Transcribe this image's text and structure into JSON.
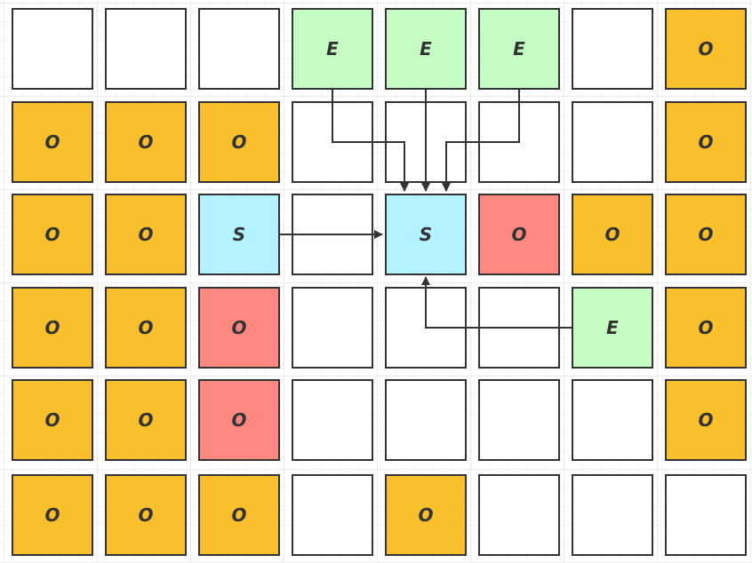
{
  "colors": {
    "empty": "#ffffff",
    "O": "#f9bf2c",
    "O_red": "#ff8880",
    "E": "#c4fcc4",
    "S": "#b3f2fe",
    "border": "#333333"
  },
  "grid": {
    "columns": 8,
    "rows": 6,
    "cells": [
      [
        {
          "label": "",
          "type": "empty"
        },
        {
          "label": "",
          "type": "empty"
        },
        {
          "label": "",
          "type": "empty"
        },
        {
          "label": "E",
          "type": "E"
        },
        {
          "label": "E",
          "type": "E"
        },
        {
          "label": "E",
          "type": "E"
        },
        {
          "label": "",
          "type": "empty"
        },
        {
          "label": "O",
          "type": "O"
        }
      ],
      [
        {
          "label": "O",
          "type": "O"
        },
        {
          "label": "O",
          "type": "O"
        },
        {
          "label": "O",
          "type": "O"
        },
        {
          "label": "",
          "type": "empty"
        },
        {
          "label": "",
          "type": "empty"
        },
        {
          "label": "",
          "type": "empty"
        },
        {
          "label": "",
          "type": "empty"
        },
        {
          "label": "O",
          "type": "O"
        }
      ],
      [
        {
          "label": "O",
          "type": "O"
        },
        {
          "label": "O",
          "type": "O"
        },
        {
          "label": "S",
          "type": "S"
        },
        {
          "label": "",
          "type": "empty"
        },
        {
          "label": "S",
          "type": "S"
        },
        {
          "label": "O",
          "type": "O_red"
        },
        {
          "label": "O",
          "type": "O"
        },
        {
          "label": "O",
          "type": "O"
        }
      ],
      [
        {
          "label": "O",
          "type": "O"
        },
        {
          "label": "O",
          "type": "O"
        },
        {
          "label": "O",
          "type": "O_red"
        },
        {
          "label": "",
          "type": "empty"
        },
        {
          "label": "",
          "type": "empty"
        },
        {
          "label": "",
          "type": "empty"
        },
        {
          "label": "E",
          "type": "E"
        },
        {
          "label": "O",
          "type": "O"
        }
      ],
      [
        {
          "label": "O",
          "type": "O"
        },
        {
          "label": "O",
          "type": "O"
        },
        {
          "label": "O",
          "type": "O_red"
        },
        {
          "label": "",
          "type": "empty"
        },
        {
          "label": "",
          "type": "empty"
        },
        {
          "label": "",
          "type": "empty"
        },
        {
          "label": "",
          "type": "empty"
        },
        {
          "label": "O",
          "type": "O"
        }
      ],
      [
        {
          "label": "O",
          "type": "O"
        },
        {
          "label": "O",
          "type": "O"
        },
        {
          "label": "O",
          "type": "O"
        },
        {
          "label": "",
          "type": "empty"
        },
        {
          "label": "O",
          "type": "O"
        },
        {
          "label": "",
          "type": "empty"
        },
        {
          "label": "",
          "type": "empty"
        },
        {
          "label": "",
          "type": "empty"
        }
      ]
    ]
  },
  "arrows": [
    {
      "from": "E(0,3)",
      "to": "S(2,4)"
    },
    {
      "from": "E(0,4)",
      "to": "S(2,4)"
    },
    {
      "from": "E(0,5)",
      "to": "S(2,4)"
    },
    {
      "from": "S(2,2)",
      "to": "S(2,4)"
    },
    {
      "from": "E(3,6)",
      "to": "S(2,4)"
    }
  ]
}
